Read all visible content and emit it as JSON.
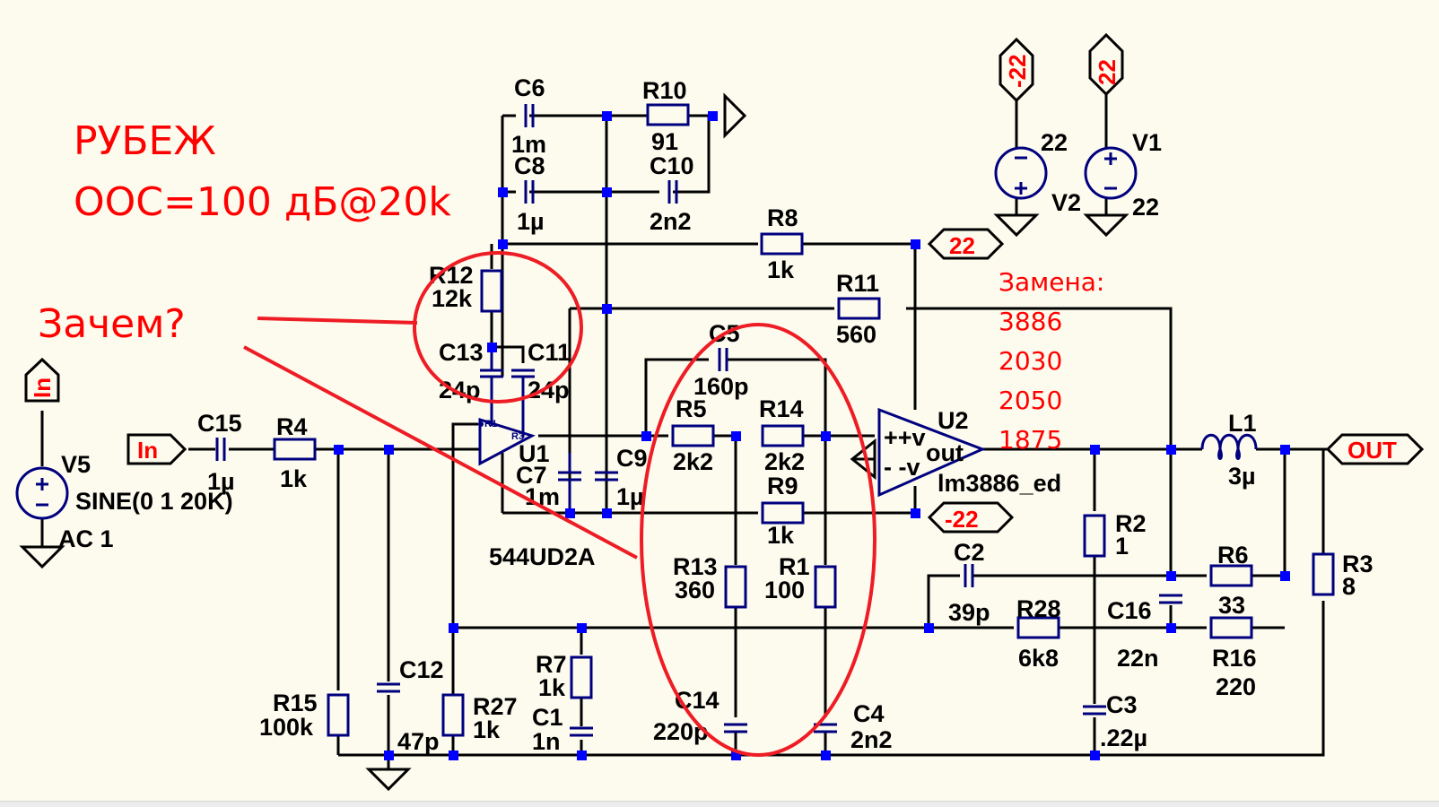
{
  "notes": {
    "title": "РУБЕЖ",
    "feedback": "ООС=100 дБ@20k",
    "question": "Зачем?",
    "replacement_header": "Замена:",
    "replacements": [
      "3886",
      "2030",
      "2050",
      "1875"
    ]
  },
  "nets": {
    "in_label": "In",
    "out_label": "OUT",
    "pos_rail": "22",
    "neg_rail": "-22"
  },
  "components": {
    "C6": {
      "ref": "C6",
      "value": "1m"
    },
    "C8": {
      "ref": "C8",
      "value": "1µ"
    },
    "R10": {
      "ref": "R10",
      "value": "91"
    },
    "C10": {
      "ref": "C10",
      "value": "2n2"
    },
    "R8": {
      "ref": "R8",
      "value": "1k"
    },
    "R11": {
      "ref": "R11",
      "value": "560"
    },
    "R12": {
      "ref": "R12",
      "value": "12k"
    },
    "C13": {
      "ref": "C13",
      "value": "24p"
    },
    "C11": {
      "ref": "C11",
      "value": "24p"
    },
    "C5": {
      "ref": "C5",
      "value": "160p"
    },
    "R5": {
      "ref": "R5",
      "value": "2k2"
    },
    "R14": {
      "ref": "R14",
      "value": "2k2"
    },
    "R9": {
      "ref": "R9",
      "value": "1k"
    },
    "R13": {
      "ref": "R13",
      "value": "360"
    },
    "R1": {
      "ref": "R1",
      "value": "100"
    },
    "C14": {
      "ref": "C14",
      "value": "220p"
    },
    "C4": {
      "ref": "C4",
      "value": "2n2"
    },
    "C7": {
      "ref": "C7",
      "value": "1m"
    },
    "C9": {
      "ref": "C9",
      "value": "1µ"
    },
    "U1": {
      "ref": "U1",
      "value": "544UD2A",
      "pin_a": "R1",
      "pin_b": "R3"
    },
    "U2": {
      "ref": "U2",
      "value": "lm3886_ed",
      "pin_pos": "++v",
      "pin_neg": "- -v",
      "pin_out": "out"
    },
    "C15": {
      "ref": "C15",
      "value": "1µ"
    },
    "R4": {
      "ref": "R4",
      "value": "1k"
    },
    "V5": {
      "ref": "V5",
      "value": "SINE(0 1 20K)",
      "ac": "AC 1"
    },
    "R15": {
      "ref": "R15",
      "value": "100k"
    },
    "C12": {
      "ref": "C12",
      "value": "47p"
    },
    "R27": {
      "ref": "R27",
      "value": "1k"
    },
    "R7": {
      "ref": "R7",
      "value": "1k"
    },
    "C1": {
      "ref": "C1",
      "value": "1n"
    },
    "C2": {
      "ref": "C2",
      "value": "39p"
    },
    "R28": {
      "ref": "R28",
      "value": "6k8"
    },
    "R2": {
      "ref": "R2",
      "value": "1"
    },
    "C3": {
      "ref": "C3",
      "value": ".22µ"
    },
    "C16": {
      "ref": "C16",
      "value": "22n"
    },
    "R6": {
      "ref": "R6",
      "value": "33"
    },
    "R16": {
      "ref": "R16",
      "value": "220"
    },
    "L1": {
      "ref": "L1",
      "value": "3µ"
    },
    "R3": {
      "ref": "R3",
      "value": "8"
    },
    "V1": {
      "ref": "V1",
      "value": "22"
    },
    "V2": {
      "ref": "V2",
      "value": "22"
    }
  },
  "colors": {
    "background": "#fdfbee",
    "wire": "#000000",
    "component": "#00007f",
    "junction": "#0000ff",
    "annotation": "#ee1c24",
    "net_label": "#ff0000"
  }
}
